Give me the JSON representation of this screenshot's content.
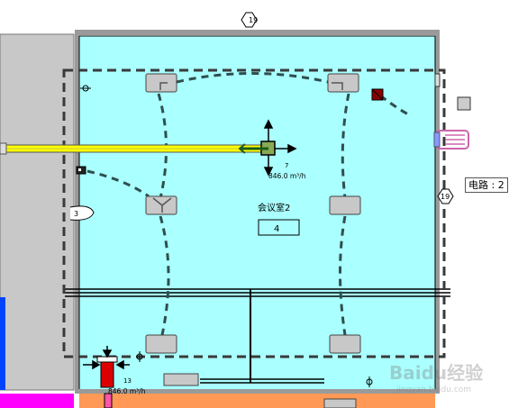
{
  "drawing": {
    "grid_bubble_top": "19",
    "grid_bubble_right": "19",
    "room_name": "会议室2",
    "room_number": "4",
    "tag_upper_number": "7",
    "tag_upper_value": "846.0 m³/h",
    "tag_lower_number": "13",
    "tag_lower_value": "846.0 m³/h",
    "left_marker_number": "3",
    "tooltip_text": "电路 : 2"
  },
  "watermark": {
    "text": "Baidu经验",
    "subtext": "jingyan.baidu.com"
  },
  "colors": {
    "room_fill": "#aaffff",
    "wall_gray": "#c8c8c8",
    "duct_yellow": "#ffff00",
    "dashed_line": "#2f4f4f",
    "equipment_red": "#dd0000",
    "magenta_room": "#ff00ff",
    "orange_room": "#ff9955",
    "blue_room": "#0044ff"
  }
}
